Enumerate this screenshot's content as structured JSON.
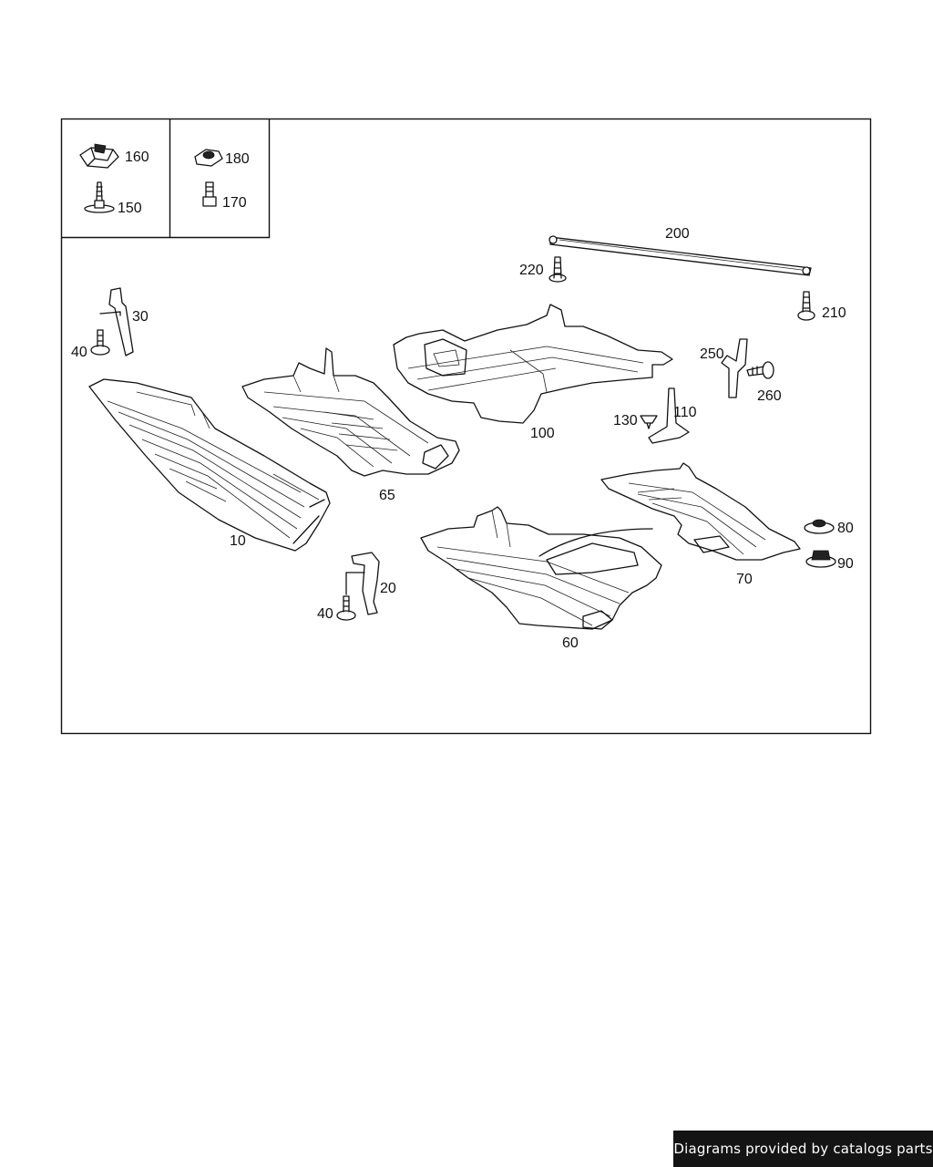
{
  "callouts": {
    "c10": "10",
    "c20": "20",
    "c30": "30",
    "c40a": "40",
    "c40b": "40",
    "c60": "60",
    "c65": "65",
    "c70": "70",
    "c80": "80",
    "c90": "90",
    "c100": "100",
    "c110": "110",
    "c130": "130",
    "c150": "150",
    "c160": "160",
    "c170": "170",
    "c180": "180",
    "c200": "200",
    "c210": "210",
    "c220": "220",
    "c250": "250",
    "c260": "260"
  },
  "credit": "Diagrams provided by catalogs parts"
}
